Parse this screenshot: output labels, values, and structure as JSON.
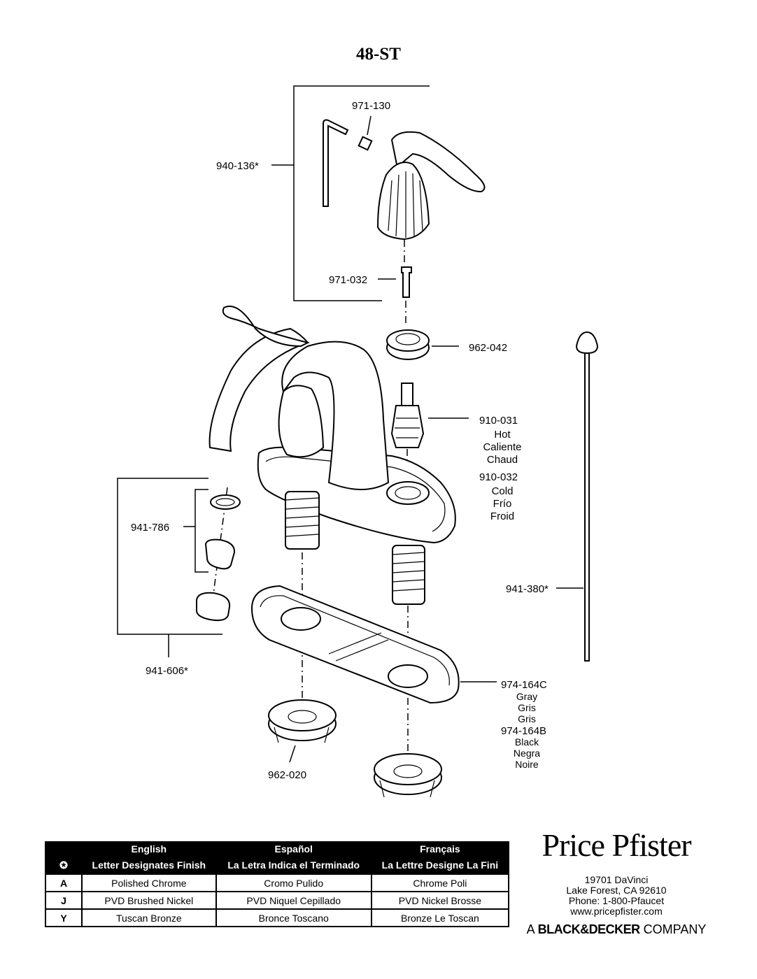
{
  "title": "48-ST",
  "parts": {
    "p940_136": "940-136*",
    "p971_130": "971-130",
    "p971_032": "971-032",
    "p962_042": "962-042",
    "p910_031": "910-031",
    "p910_031_desc": [
      "Hot",
      "Caliente",
      "Chaud"
    ],
    "p910_032": "910-032",
    "p910_032_desc": [
      "Cold",
      "Frío",
      "Froid"
    ],
    "p941_786": "941-786",
    "p941_380": "941-380*",
    "p941_606": "941-606*",
    "p974_164C": "974-164C",
    "p974_164C_desc": [
      "Gray",
      "Gris",
      "Gris"
    ],
    "p974_164B": "974-164B",
    "p974_164B_desc": [
      "Black",
      "Negra",
      "Noire"
    ],
    "p962_020": "962-020"
  },
  "finish_table": {
    "languages": [
      "English",
      "Español",
      "Français"
    ],
    "symbol": "✪",
    "subheaders": [
      "Letter Designates Finish",
      "La Letra Indica el Terminado",
      "La Lettre Designe La Fini"
    ],
    "rows": [
      {
        "letter": "A",
        "en": "Polished Chrome",
        "es": "Cromo Pulido",
        "fr": "Chrome Poli"
      },
      {
        "letter": "J",
        "en": "PVD Brushed Nickel",
        "es": "PVD Niquel Cepillado",
        "fr": "PVD Nickel Brosse"
      },
      {
        "letter": "Y",
        "en": "Tuscan Bronze",
        "es": "Bronce Toscano",
        "fr": "Bronze Le Toscan"
      }
    ]
  },
  "brand": {
    "name": "Price Pfister",
    "address_lines": [
      "19701 DaVinci",
      "Lake Forest, CA 92610",
      "Phone: 1-800-Pfaucet",
      "www.pricepfister.com"
    ],
    "parent_prefix": "A",
    "parent_name": "BLACK&DECKER",
    "parent_suffix": "COMPANY"
  }
}
